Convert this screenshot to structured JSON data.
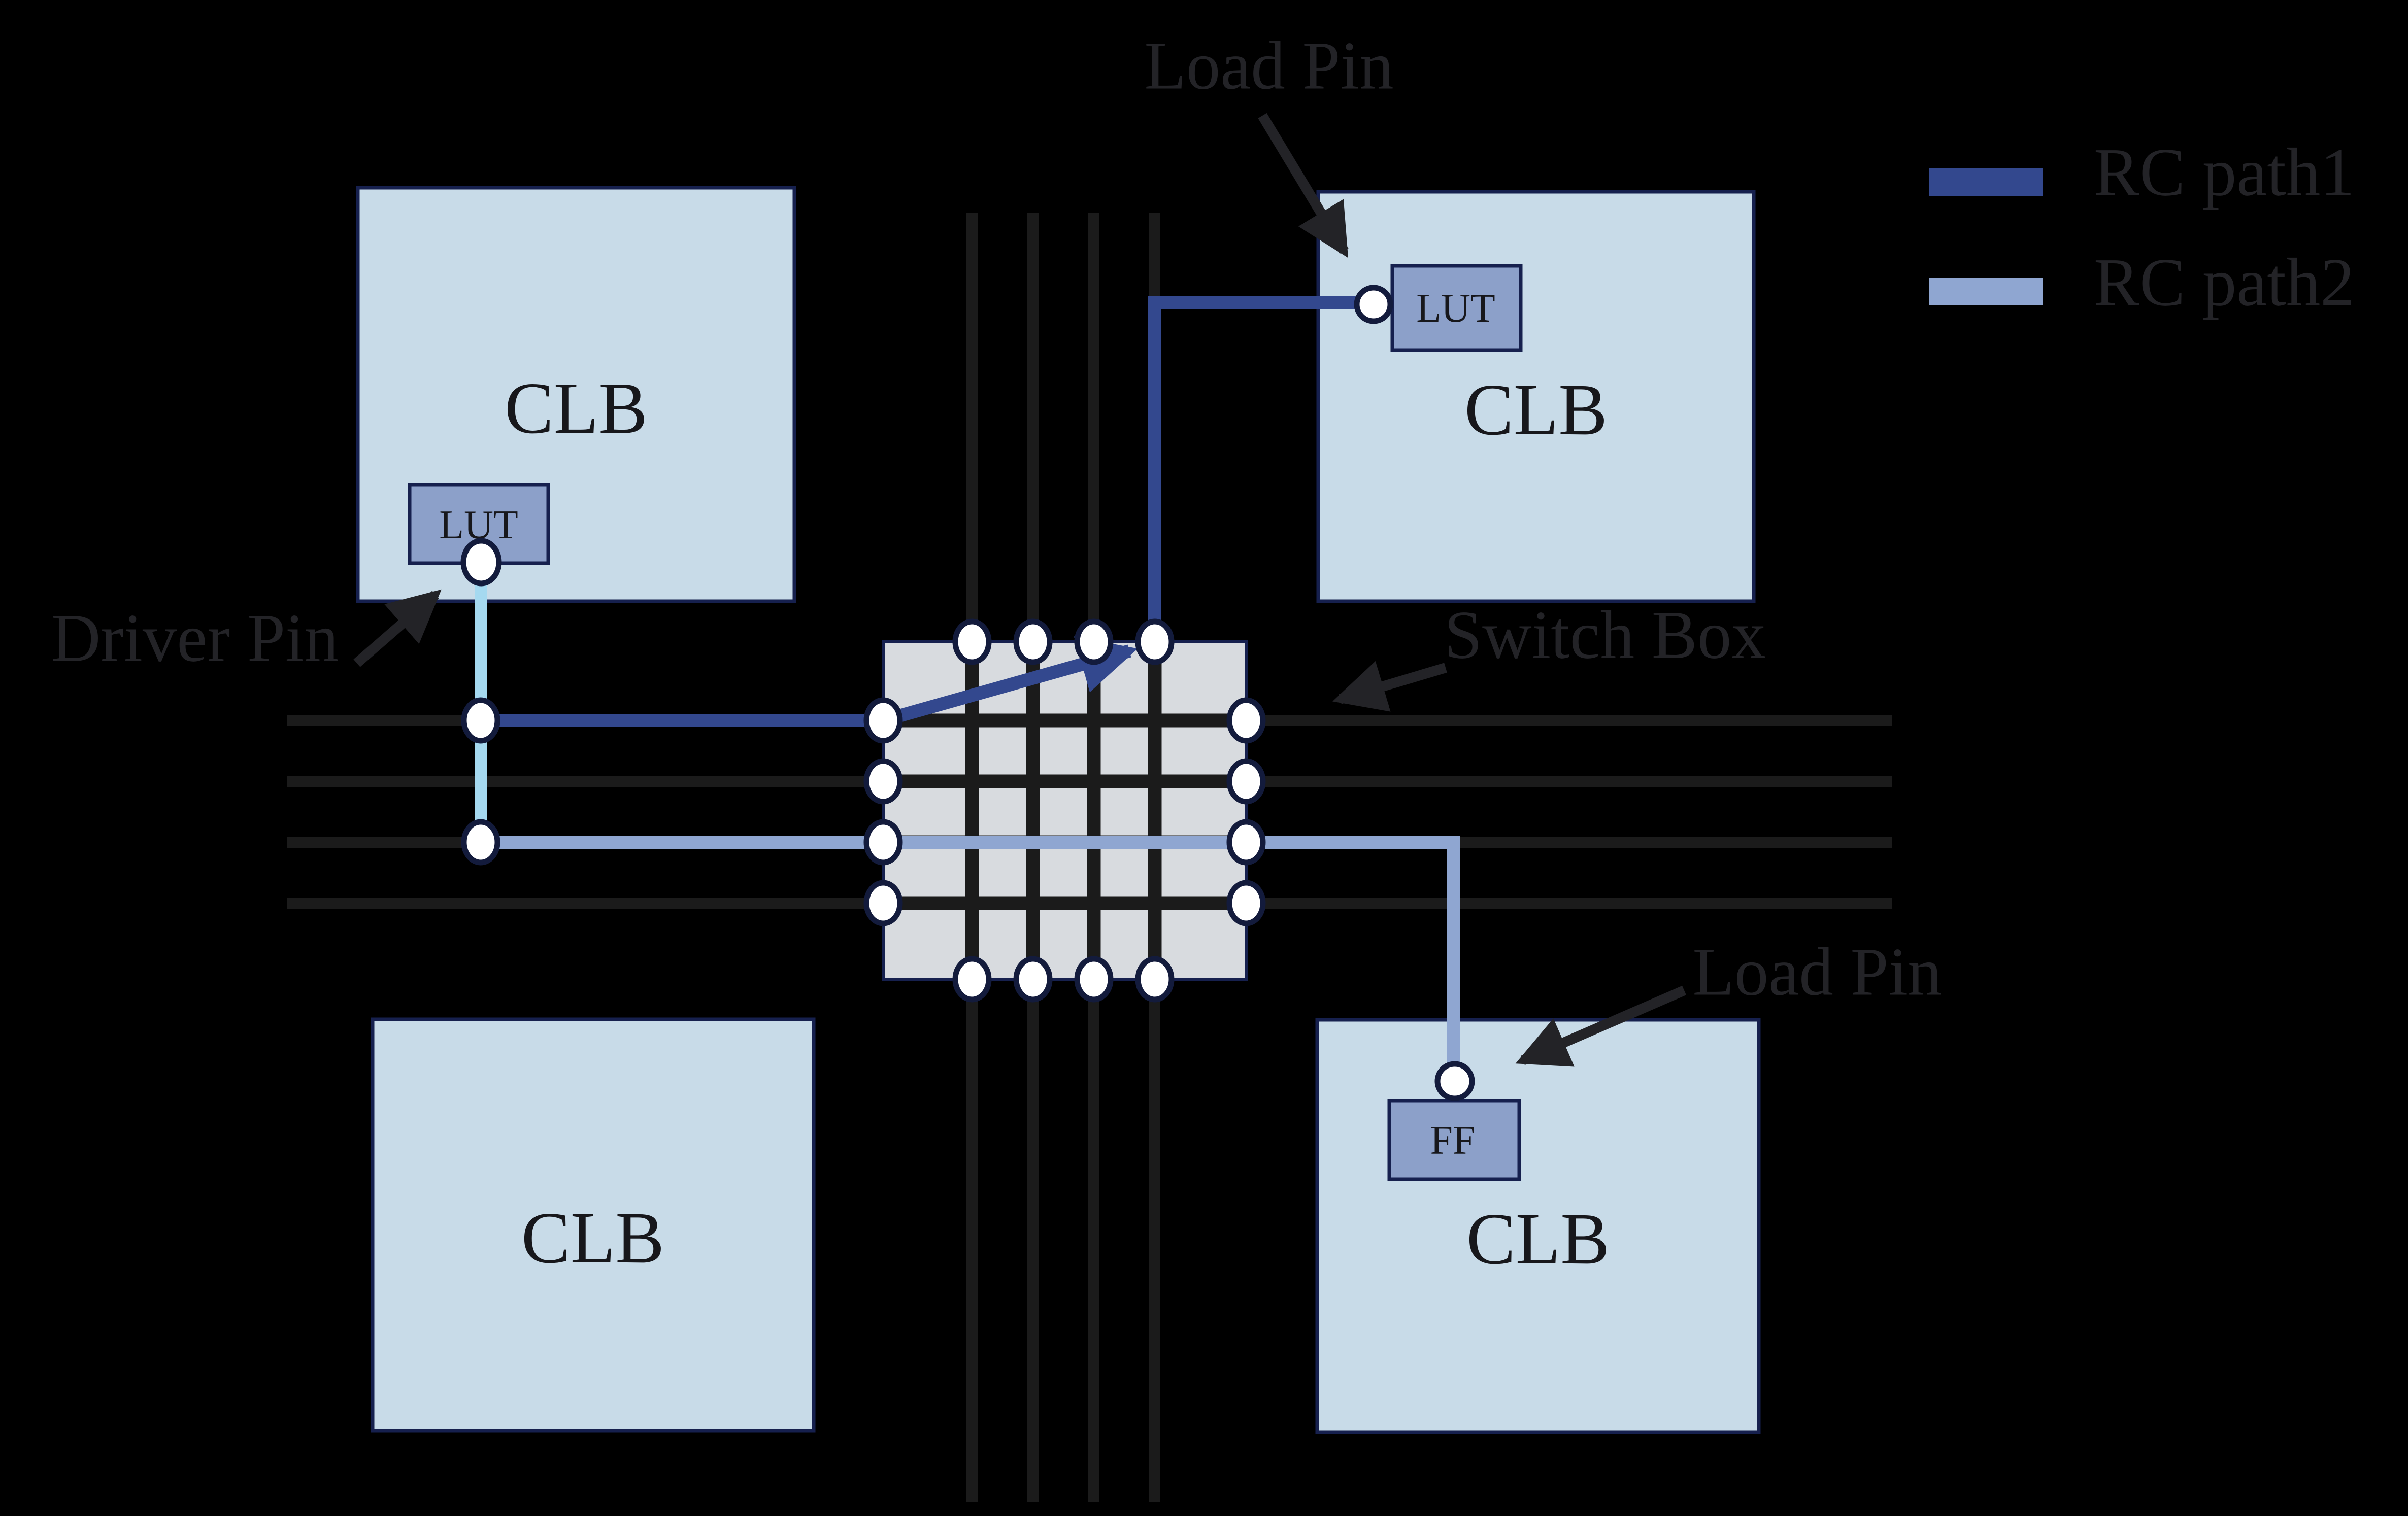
{
  "clbs": [
    "CLB",
    "CLB",
    "CLB",
    "CLB"
  ],
  "components": {
    "lut_left": "LUT",
    "lut_right": "LUT",
    "ff": "FF"
  },
  "annotations": {
    "load_pin_top": "Load Pin",
    "driver_pin": "Driver Pin",
    "switch_box": "Switch Box",
    "load_pin_bottom": "Load Pin"
  },
  "legend": [
    {
      "label": "RC path1",
      "color": "#33488E"
    },
    {
      "label": "RC path2",
      "color": "#8FA6D1"
    }
  ],
  "colors": {
    "bg": "#000000",
    "wire": "#1B1B1B",
    "clb-fill": "#C8DBE8",
    "comp-fill": "#8CA0C9",
    "sb-fill": "#D8DBDF",
    "box-border": "#16204E",
    "box-text": "#17171B",
    "path1": "#33488E",
    "path2": "#8FA6D1",
    "driver": "#A5D9F0",
    "pin-fill": "#FFFFFF",
    "pin-border": "#131B3C",
    "ann": "#232327"
  }
}
